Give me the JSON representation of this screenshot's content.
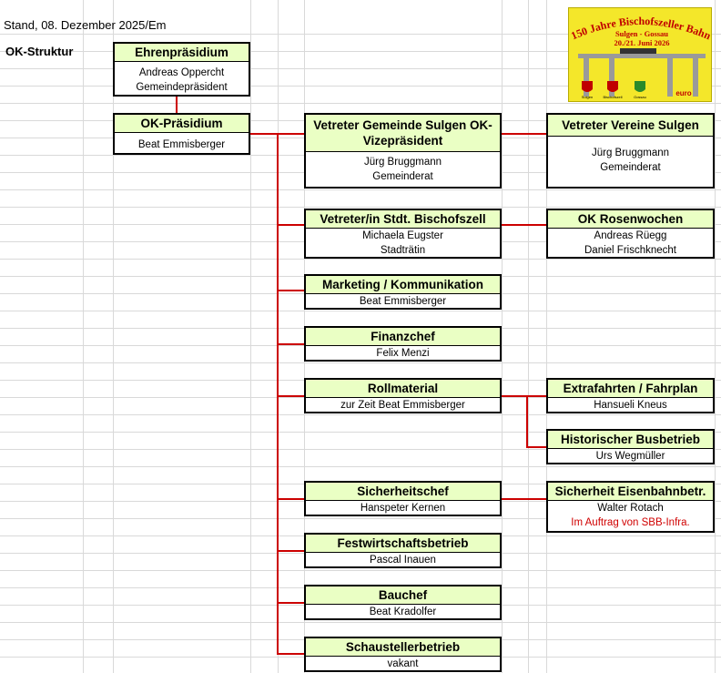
{
  "header": {
    "stand": "Stand, 08. Dezember 2025/Em",
    "section": "OK-Struktur"
  },
  "logo": {
    "title": "150 Jahre Bischofszeller Bahn",
    "route": "Sulgen - Gossau",
    "date": "20./21. Juni 2026",
    "towns": [
      "Sulgen",
      "Bischofszell",
      "Gossau"
    ],
    "brand": "euro",
    "colors": {
      "background": "#f4e72a",
      "title": "#c00000",
      "viaduct": "#9a9a9a"
    }
  },
  "boxes": {
    "ehrenpraesidium": {
      "title": "Ehrenpräsidium",
      "line1": "Andreas Oppercht",
      "line2": "Gemeindepräsident"
    },
    "ok_praesidium": {
      "title": "OK-Präsidium",
      "line1": "Beat Emmisberger"
    },
    "vertreter_sulgen": {
      "title1": "Vetreter Gemeinde Sulgen",
      "title2": "OK-Vizepräsident",
      "line1": "Jürg Bruggmann",
      "line2": "Gemeinderat"
    },
    "vereine_sulgen": {
      "title": "Vetreter Vereine Sulgen",
      "line1": "Jürg Bruggmann",
      "line2": "Gemeinderat"
    },
    "bischofszell": {
      "title": "Vetreter/in Stdt. Bischofszell",
      "line1": "Michaela Eugster",
      "line2": "Stadträtin"
    },
    "rosenwochen": {
      "title": "OK Rosenwochen",
      "line1": "Andreas Rüegg",
      "line2": "Daniel Frischknecht"
    },
    "marketing": {
      "title": "Marketing / Kommunikation",
      "line1": "Beat Emmisberger"
    },
    "finanzchef": {
      "title": "Finanzchef",
      "line1": "Felix Menzi"
    },
    "rollmaterial": {
      "title": "Rollmaterial",
      "line1": "zur Zeit Beat Emmisberger"
    },
    "extrafahrten": {
      "title": "Extrafahrten / Fahrplan",
      "line1": "Hansueli Kneus"
    },
    "busbetrieb": {
      "title": "Historischer Busbetrieb",
      "line1": "Urs Wegmüller"
    },
    "sicherheitschef": {
      "title": "Sicherheitschef",
      "line1": "Hanspeter Kernen"
    },
    "sicherheit_eisenbahn": {
      "title": "Sicherheit Eisenbahnbetr.",
      "line1": "Walter Rotach",
      "line2": "Im Auftrag von SBB-Infra."
    },
    "festwirtschaft": {
      "title": "Festwirtschaftsbetrieb",
      "line1": "Pascal Inauen"
    },
    "bauchef": {
      "title": "Bauchef",
      "line1": "Beat Kradolfer"
    },
    "schausteller": {
      "title": "Schaustellerbetrieb",
      "line1": "vakant"
    }
  },
  "colors": {
    "connector": "#cc0000",
    "header_fill": "#eaffc4",
    "note_text": "#d00000"
  }
}
